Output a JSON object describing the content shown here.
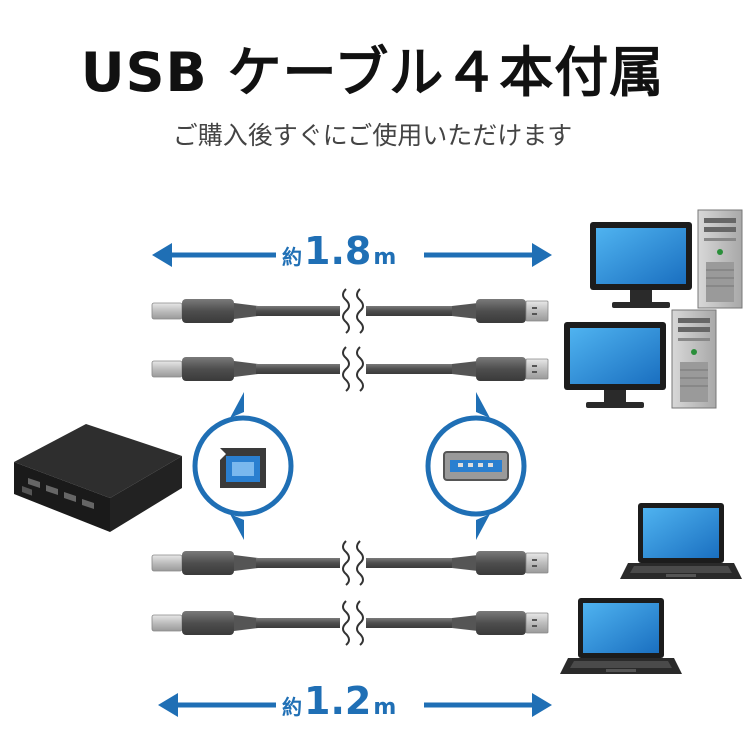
{
  "header": {
    "title": "USB ケーブル４本付属",
    "subtitle": "ご購入後すぐにご使用いただけます"
  },
  "cables": {
    "long": {
      "prefix": "約",
      "value": "1.8",
      "unit": "m"
    },
    "short": {
      "prefix": "約",
      "value": "1.2",
      "unit": "m"
    }
  },
  "colors": {
    "accent_blue": "#1f6fb5",
    "cable_gray": "#5a5a5a",
    "connector_metal": "#c9c9c9",
    "switch_body": "#2a2a2a",
    "monitor_screen": "#2a8fd8"
  },
  "icons": [
    "usb-b-connector-icon",
    "usb-a-connector-icon",
    "desktop-pc-icon",
    "laptop-icon",
    "usb-switch-device-icon"
  ]
}
